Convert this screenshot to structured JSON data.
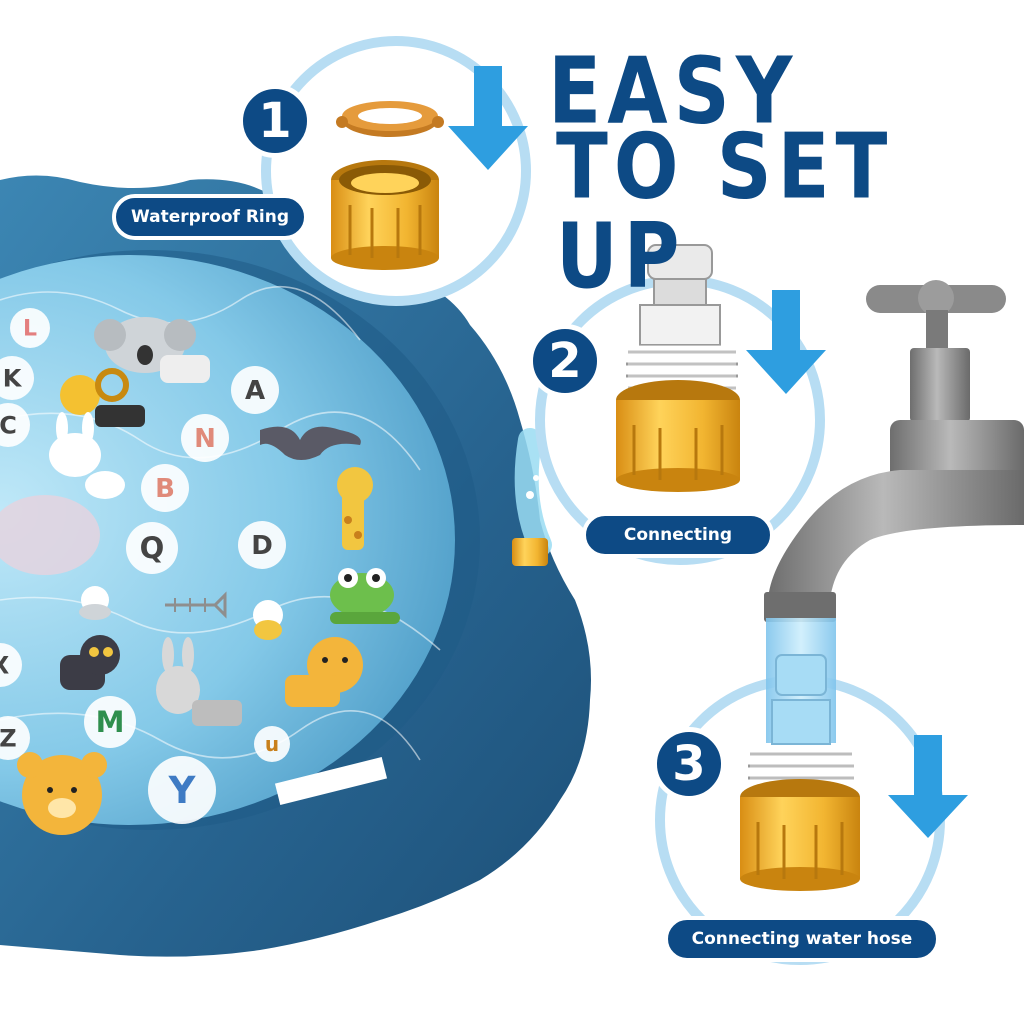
{
  "headline": {
    "line1": "EASY",
    "line2": "TO SET UP"
  },
  "steps": [
    {
      "number": "1",
      "label": "Waterproof Ring"
    },
    {
      "number": "2",
      "label": "Connecting"
    },
    {
      "number": "3",
      "label": "Connecting water hose"
    }
  ],
  "pool": {
    "letters": [
      "L",
      "K",
      "A",
      "C",
      "N",
      "B",
      "Q",
      "D",
      "X",
      "M",
      "u",
      "Z",
      "Y"
    ]
  },
  "colors": {
    "navy": "#0d4a85",
    "pool_blue": "#2b6e9a",
    "water": "#8fd0ec",
    "circle_outline": "#b7ddf3",
    "arrow_blue": "#2e9ee0",
    "brass": "#f2b531",
    "faucet_grey": "#8a8a8a"
  },
  "icons": [
    "down-arrow-icon",
    "faucet-icon",
    "waterproof-ring-icon",
    "hose-connector-icon"
  ]
}
